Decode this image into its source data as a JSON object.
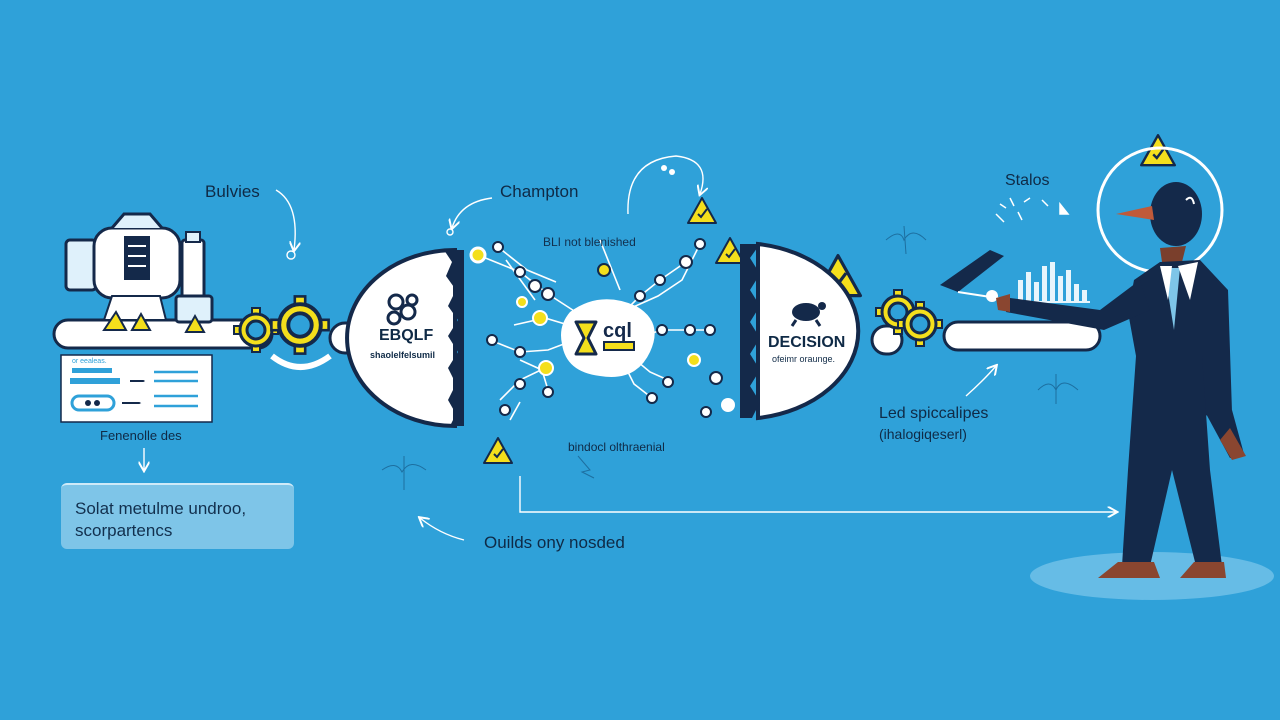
{
  "labels": {
    "top_left": "Bulvies",
    "top_center": "Champton",
    "top_right": "Stalos",
    "center_small": "BLI not blenished",
    "left_disc_title": "EBQLF",
    "left_disc_sub": "shaolelfelsumil",
    "right_disc_title": "DECISION",
    "right_disc_sub": "ofeimr oraunge.",
    "hub_text": "cql",
    "left_caption": "Fenenolle des",
    "bottom_center_small": "bindocl olthraenial",
    "bottom_center": "Ouilds ony nosded",
    "right_caption": "Led spiccalipes",
    "right_caption_sub": "(ihalogiqeserl)",
    "card_row1_text": "or eealeas."
  },
  "note_box": {
    "line1": "Solat metulme undroo,",
    "line2": "scorpartencs"
  },
  "colors": {
    "background": "#2fa1d9",
    "navy": "#14294a",
    "yellow": "#f4df1c",
    "white": "#ffffff",
    "light_blue": "#7ec5e8"
  }
}
